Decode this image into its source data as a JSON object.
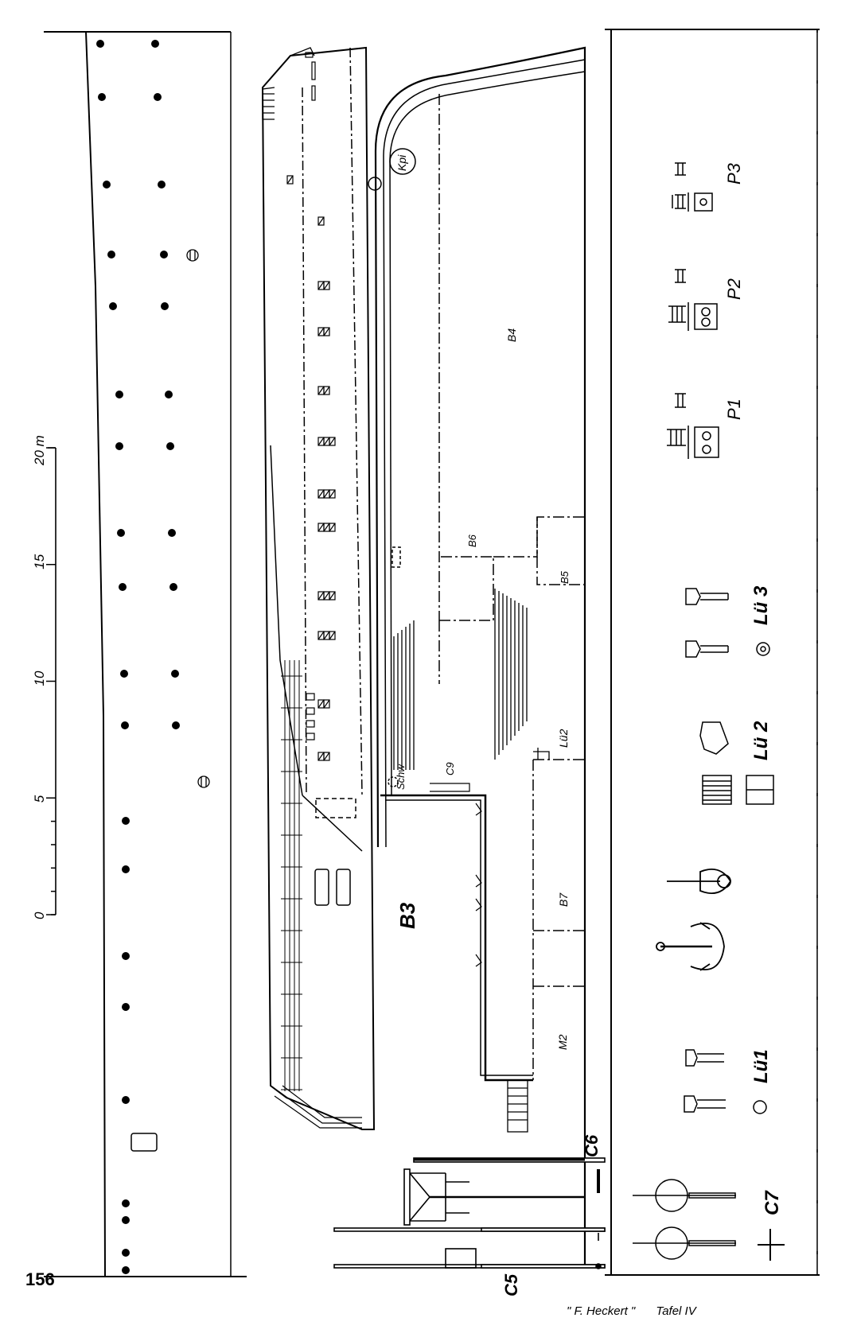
{
  "page": {
    "number": "156"
  },
  "caption": {
    "ship": "\" F. Heckert \"",
    "plate": "Tafel IV"
  },
  "scale_bar": {
    "ticks": [
      {
        "value": 0,
        "label": "0"
      },
      {
        "value": 5,
        "label": "5"
      },
      {
        "value": 10,
        "label": "10"
      },
      {
        "value": 15,
        "label": "15"
      },
      {
        "value": 20,
        "label": "20 m"
      }
    ]
  },
  "labels": {
    "kpi": "Kpi",
    "b4": "B4",
    "b6": "B6",
    "b5": "B5",
    "lu2_small": "Lü2",
    "schw": "Schw",
    "c9": "C9",
    "b3": "B3",
    "b7": "B7",
    "m2": "M2",
    "c6": "C6",
    "c5": "C5",
    "p3": "P3",
    "p2": "P2",
    "p1": "P1",
    "lu3": "Lü 3",
    "lu2": "Lü 2",
    "lu1": "Lü1",
    "c7": "C7"
  },
  "icons": {
    "bollard": "bollard-icon",
    "anchor": "anchor-icon",
    "ventilator": "ventilator-icon",
    "porthole": "porthole-icon",
    "hatch": "hatch-icon",
    "mast": "mast-icon",
    "davit": "davit-icon",
    "ladder": "ladder-icon"
  }
}
